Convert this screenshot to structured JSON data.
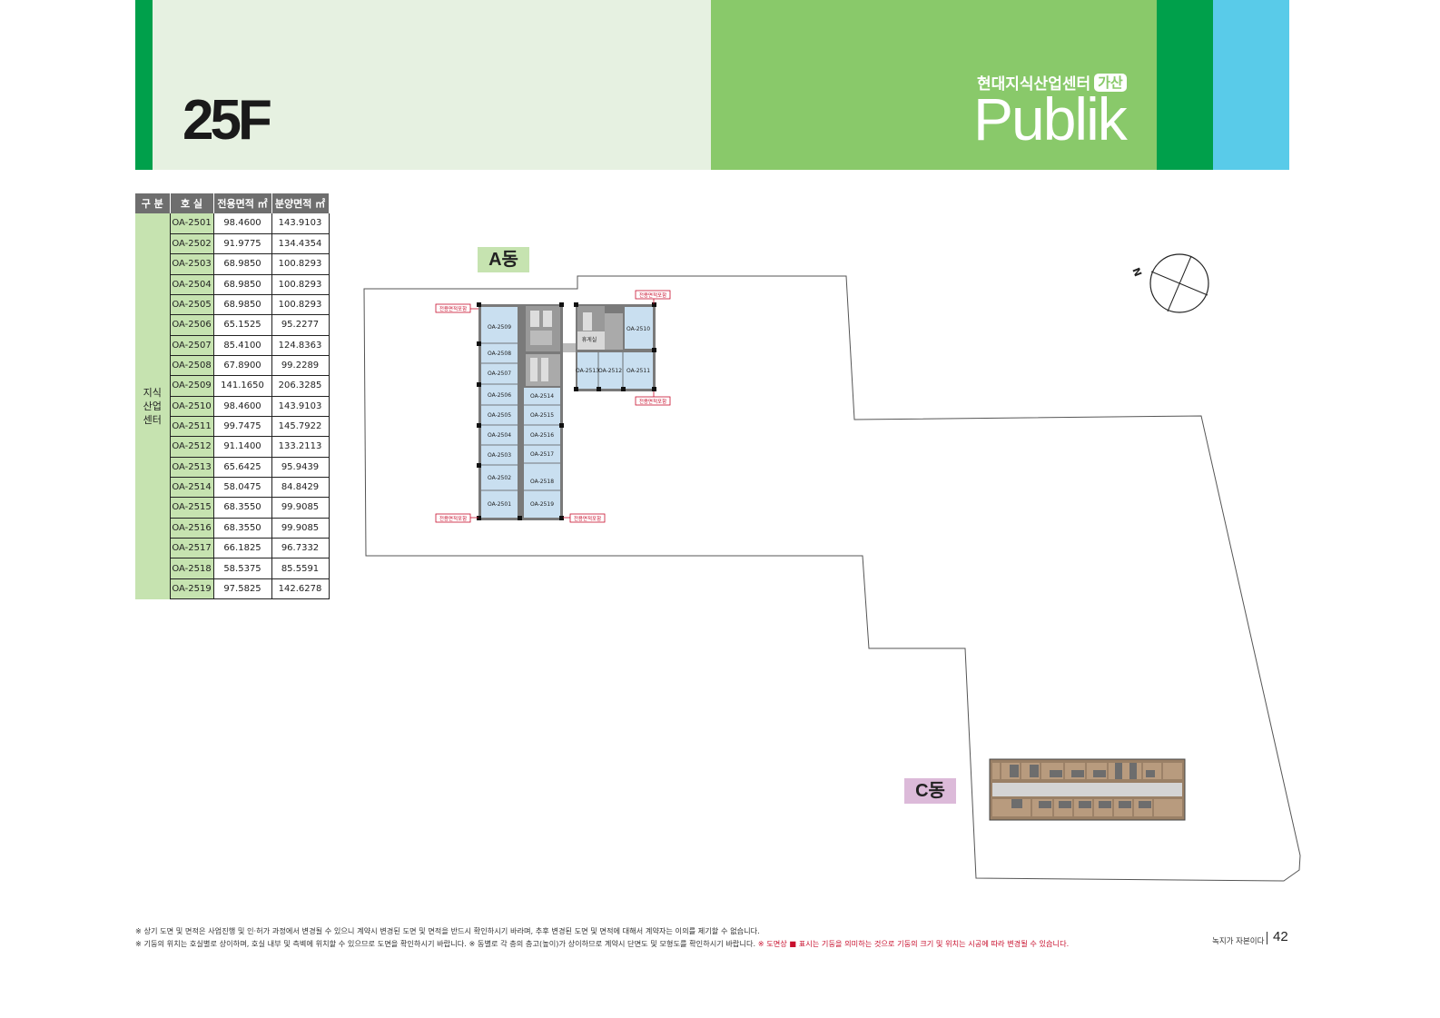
{
  "header": {
    "floor": "25F",
    "brand_sub": "현대지식산업센터",
    "brand_tag": "가산",
    "brand_name": "Publik"
  },
  "table": {
    "headers": [
      "구 분",
      "호 실",
      "전용면적 ㎡",
      "분양면적 ㎡"
    ],
    "category": "지식\n산업\n센터",
    "rows": [
      [
        "OA-2501",
        "98.4600",
        "143.9103"
      ],
      [
        "OA-2502",
        "91.9775",
        "134.4354"
      ],
      [
        "OA-2503",
        "68.9850",
        "100.8293"
      ],
      [
        "OA-2504",
        "68.9850",
        "100.8293"
      ],
      [
        "OA-2505",
        "68.9850",
        "100.8293"
      ],
      [
        "OA-2506",
        "65.1525",
        "95.2277"
      ],
      [
        "OA-2507",
        "85.4100",
        "124.8363"
      ],
      [
        "OA-2508",
        "67.8900",
        "99.2289"
      ],
      [
        "OA-2509",
        "141.1650",
        "206.3285"
      ],
      [
        "OA-2510",
        "98.4600",
        "143.9103"
      ],
      [
        "OA-2511",
        "99.7475",
        "145.7922"
      ],
      [
        "OA-2512",
        "91.1400",
        "133.2113"
      ],
      [
        "OA-2513",
        "65.6425",
        "95.9439"
      ],
      [
        "OA-2514",
        "58.0475",
        "84.8429"
      ],
      [
        "OA-2515",
        "68.3550",
        "99.9085"
      ],
      [
        "OA-2516",
        "68.3550",
        "99.9085"
      ],
      [
        "OA-2517",
        "66.1825",
        "96.7332"
      ],
      [
        "OA-2518",
        "58.5375",
        "85.5591"
      ],
      [
        "OA-2519",
        "97.5825",
        "142.6278"
      ]
    ]
  },
  "plan": {
    "building_a": "A동",
    "building_c": "C동",
    "compass": "N",
    "lounge": "휴게실",
    "area_tag": "전용면적포함",
    "units": {
      "u2509": "OA-2509",
      "u2508": "OA-2508",
      "u2507": "OA-2507",
      "u2506": "OA-2506",
      "u2505": "OA-2505",
      "u2504": "OA-2504",
      "u2503": "OA-2503",
      "u2502": "OA-2502",
      "u2501": "OA-2501",
      "u2514": "OA-2514",
      "u2515": "OA-2515",
      "u2516": "OA-2516",
      "u2517": "OA-2517",
      "u2518": "OA-2518",
      "u2519": "OA-2519",
      "u2510": "OA-2510",
      "u2511": "OA-2511",
      "u2512": "OA-2512",
      "u2513": "OA-2513"
    }
  },
  "footer": {
    "note1": "※ 상기 도면 및 면적은 사업진행 및 인·허가 과정에서 변경될 수 있으니 계약시 변경된 도면 및 면적을 반드시 확인하시기 바라며, 추후 변경된 도면 및 면적에 대해서 계약자는 이의를 제기할 수 없습니다.",
    "note2": "※ 기둥의 위치는 호실별로 상이하며, 호실 내부 및 측벽에 위치할 수 있으므로 도면을 확인하시기 바랍니다.  ※ 동별로 각 층의 층고(높이)가 상이하므로 계약시 단면도 및 모형도를 확인하시기 바랍니다.",
    "note2_red": "※ 도면상 ■ 표시는 기둥을 의미하는 것으로 기둥의 크기 및 위치는 시공에 따라 변경될 수 있습니다.",
    "slogan": "녹지가 자본이다",
    "page": "42"
  }
}
